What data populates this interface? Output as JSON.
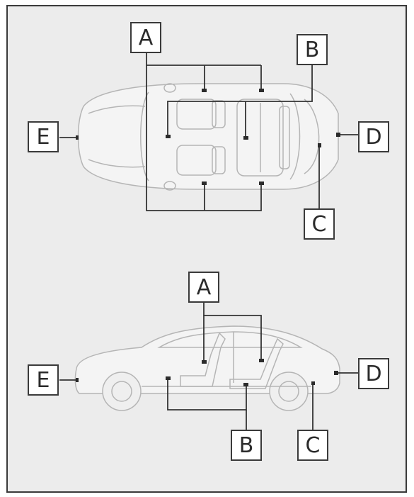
{
  "labels": {
    "a": "A",
    "b": "B",
    "c": "C",
    "d": "D",
    "e": "E"
  },
  "colors": {
    "background": "#ececec",
    "frame": "#3a3a3a",
    "car_line": "#b5b5b5",
    "car_fill": "#f2f2f2",
    "leader": "#333333",
    "sensor": "#2b2b2b"
  }
}
